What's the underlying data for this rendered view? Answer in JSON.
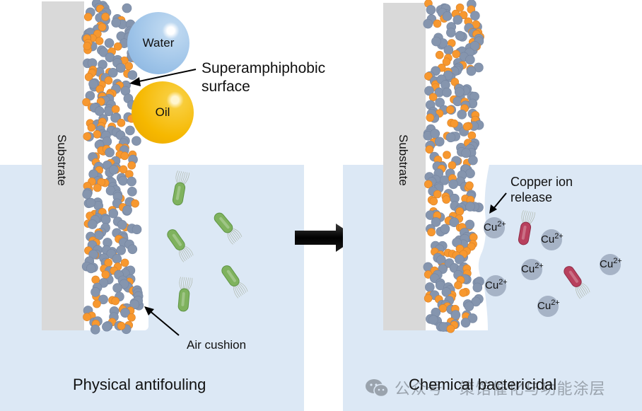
{
  "diagram": {
    "colors": {
      "water_background": "#dce8f5",
      "substrate": "#d9d9d9",
      "particle_gray": "#8595ae",
      "particle_orange": "#f7982f",
      "water_droplet": "#9dc3e8",
      "oil_droplet": "#f6b800",
      "bacteria_green": "#7fb25e",
      "bacteria_red": "#b8405d",
      "copper_ion": "#a6b3c6",
      "arrow": "#000000"
    },
    "left_panel": {
      "substrate_label": "Substrate",
      "water_label": "Water",
      "oil_label": "Oil",
      "surface_label_line1": "Superamphiphobic",
      "surface_label_line2": "surface",
      "air_cushion_label": "Air cushion",
      "caption": "Physical antifouling"
    },
    "transition_arrow": "right-arrow-icon",
    "right_panel": {
      "substrate_label": "Substrate",
      "copper_label_line1": "Copper ion",
      "copper_label_line2": "release",
      "ion_symbol": "Cu",
      "ion_charge": "2+",
      "caption": "Chemical bactericidal"
    },
    "watermark": {
      "icon": "wechat-icon",
      "text": "公众号 · 策馆催化与功能涂层"
    }
  }
}
